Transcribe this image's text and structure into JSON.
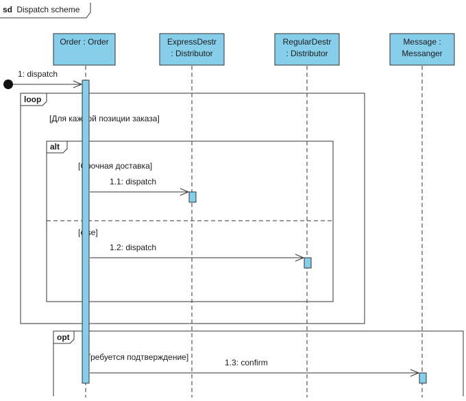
{
  "frame": {
    "keyword": "sd",
    "title": "Dispatch scheme"
  },
  "lifelines": [
    {
      "id": "order",
      "line1": "Order : Order",
      "line2": ""
    },
    {
      "id": "express",
      "line1": "ExpressDestr",
      "line2": ": Distributor"
    },
    {
      "id": "regular",
      "line1": "RegularDestr",
      "line2": ": Distributor"
    },
    {
      "id": "message",
      "line1": "Message :",
      "line2": "Messanger"
    }
  ],
  "messages": [
    {
      "id": "m1",
      "label": "1: dispatch"
    },
    {
      "id": "m11",
      "label": "1.1: dispatch"
    },
    {
      "id": "m12",
      "label": "1.2: dispatch"
    },
    {
      "id": "m13",
      "label": "1.3: confirm"
    }
  ],
  "fragments": {
    "loop": {
      "operator": "loop",
      "guard": "[Для каждой позиции заказа]"
    },
    "alt": {
      "operator": "alt",
      "guard1": "[Срочная доставка]",
      "guard2": "[else]"
    },
    "opt": {
      "operator": "opt",
      "guard": "[Требуется подтверждение]"
    }
  },
  "colors": {
    "box": "#87CEEB",
    "activation": "#87CEEB",
    "stroke": "#333333"
  }
}
